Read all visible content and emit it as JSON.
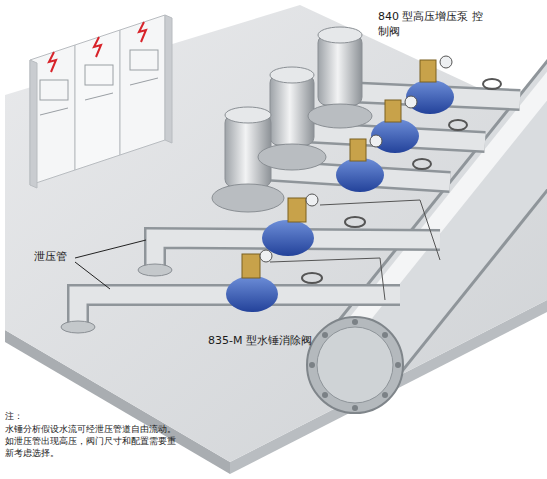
{
  "diagram": {
    "labels": [
      "840 型高压增压泵 控制阀",
      "泄压管",
      "835-M 型水锤消除阀",
      "注：",
      "水锤分析假设水流可经泄压管道自由流动。如泄压管出现高压，阀门尺寸和配置需要重新考虑选择。"
    ]
  }
}
